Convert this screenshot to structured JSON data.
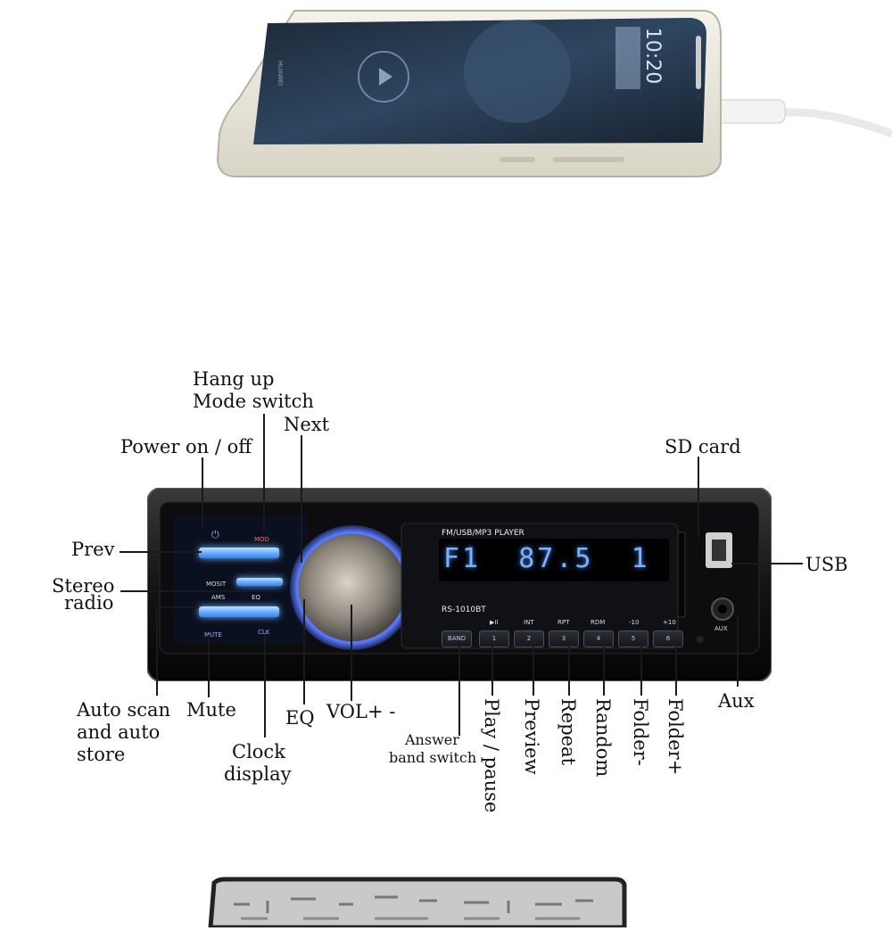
{
  "phone": {
    "brand": "HUAWEI",
    "time": "10:20"
  },
  "radio": {
    "header": "FM/USB/MP3 PLAYER",
    "model": "RS-1010BT",
    "display": "F1  87.5  1",
    "keys": {
      "power_icon": "⏻",
      "mod": "MOD",
      "mosit": "MOSIT",
      "ams": "AMS",
      "eq": "EQ",
      "mute": "MUTE",
      "clk": "CLK",
      "band": "BAND",
      "play": "▶II",
      "int": "INT",
      "rpt": "RPT",
      "rdm": "RDM",
      "minus10": "-10",
      "plus10": "+10",
      "n1": "1",
      "n2": "2",
      "n3": "3",
      "n4": "4",
      "n5": "5",
      "n6": "6",
      "aux": "AUX"
    }
  },
  "labels": {
    "hang_up": "Hang up",
    "mode_switch": "Mode switch",
    "next": "Next",
    "power": "Power on / off",
    "prev": "Prev",
    "stereo": "Stereo",
    "radio": "radio",
    "sd_card": "SD card",
    "usb": "USB",
    "auto_scan": "Auto scan",
    "and_auto": "and auto",
    "store": "store",
    "mute": "Mute",
    "eq": "EQ",
    "vol": "VOL+ -",
    "clock": "Clock",
    "display": "display",
    "answer": "Answer",
    "band_switch": "band switch",
    "play_pause": "Play / pause",
    "preview": "Preview",
    "repeat": "Repeat",
    "random": "Random",
    "folder_minus": "Folder-",
    "folder_plus": "Folder+",
    "aux": "Aux"
  }
}
